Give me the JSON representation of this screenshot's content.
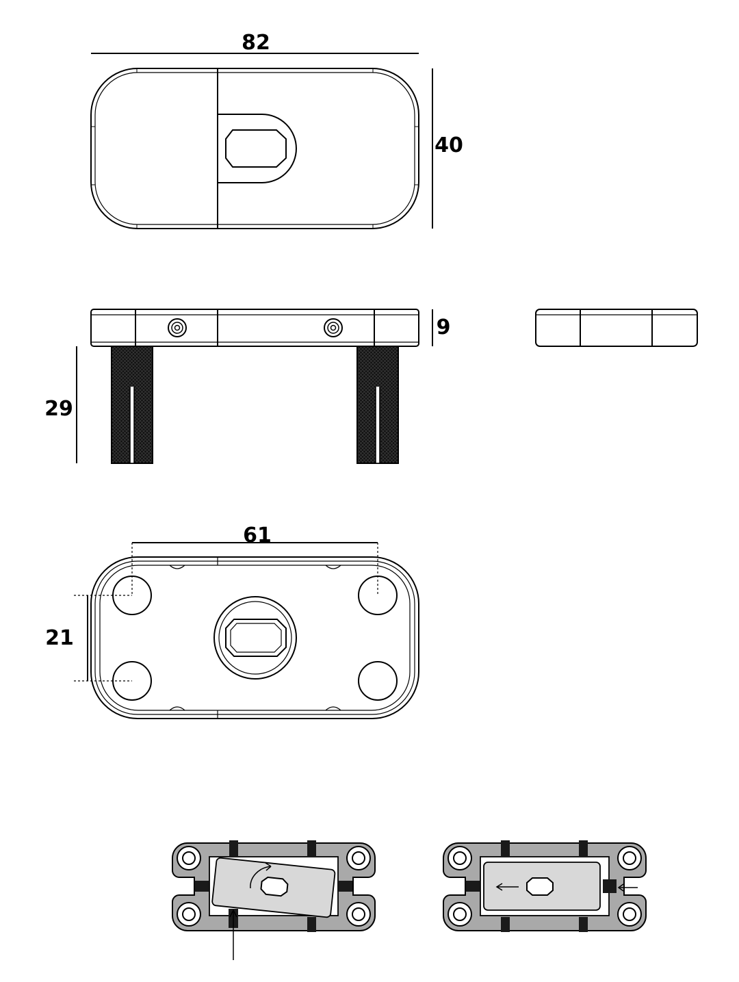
{
  "dimensions": {
    "width_top": "82",
    "height_top": "40",
    "thickness_side": "9",
    "pin_length": "29",
    "hole_spacing_x": "61",
    "hole_spacing_y": "21"
  },
  "colors": {
    "line": "#000000",
    "background": "#ffffff",
    "plate_fill": "#a9a9a9",
    "insert_fill": "#d8d8d8",
    "screw_fill": "#1a1a1a"
  }
}
